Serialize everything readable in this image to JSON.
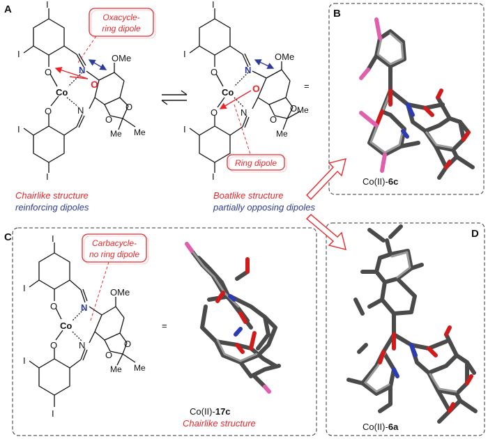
{
  "panels": {
    "A": "A",
    "B": "B",
    "C": "C",
    "D": "D"
  },
  "atoms": {
    "I": "I",
    "O": "O",
    "N": "N",
    "Co": "Co",
    "OMe": "OMe",
    "Me": "Me"
  },
  "callouts": {
    "oxacycle_1": "Oxacycle-",
    "oxacycle_2": "ring dipole",
    "ring_dipole": "Ring dipole",
    "carbacycle_1": "Carbacycle-",
    "carbacycle_2": "no ring dipole"
  },
  "captions": {
    "chairlike": "Chairlike structure",
    "reinforcing": "reinforcing dipoles",
    "boatlike": "Boatlike structure",
    "opposing": "partially opposing dipoles",
    "chairlike_c": "Chairlike structure",
    "equals": "="
  },
  "compounds": {
    "b_prefix": "Co(II)-",
    "b_id": "6c",
    "c_prefix": "Co(II)-",
    "c_id": "17c",
    "d_prefix": "Co(II)-",
    "d_id": "6a"
  },
  "colors": {
    "red": "#e8262a",
    "blue": "#2b3a9c",
    "stick": "#555555",
    "oxygen": "#d11a1a",
    "nitrogen": "#2a3bb5",
    "iodine": "#e060b0"
  }
}
